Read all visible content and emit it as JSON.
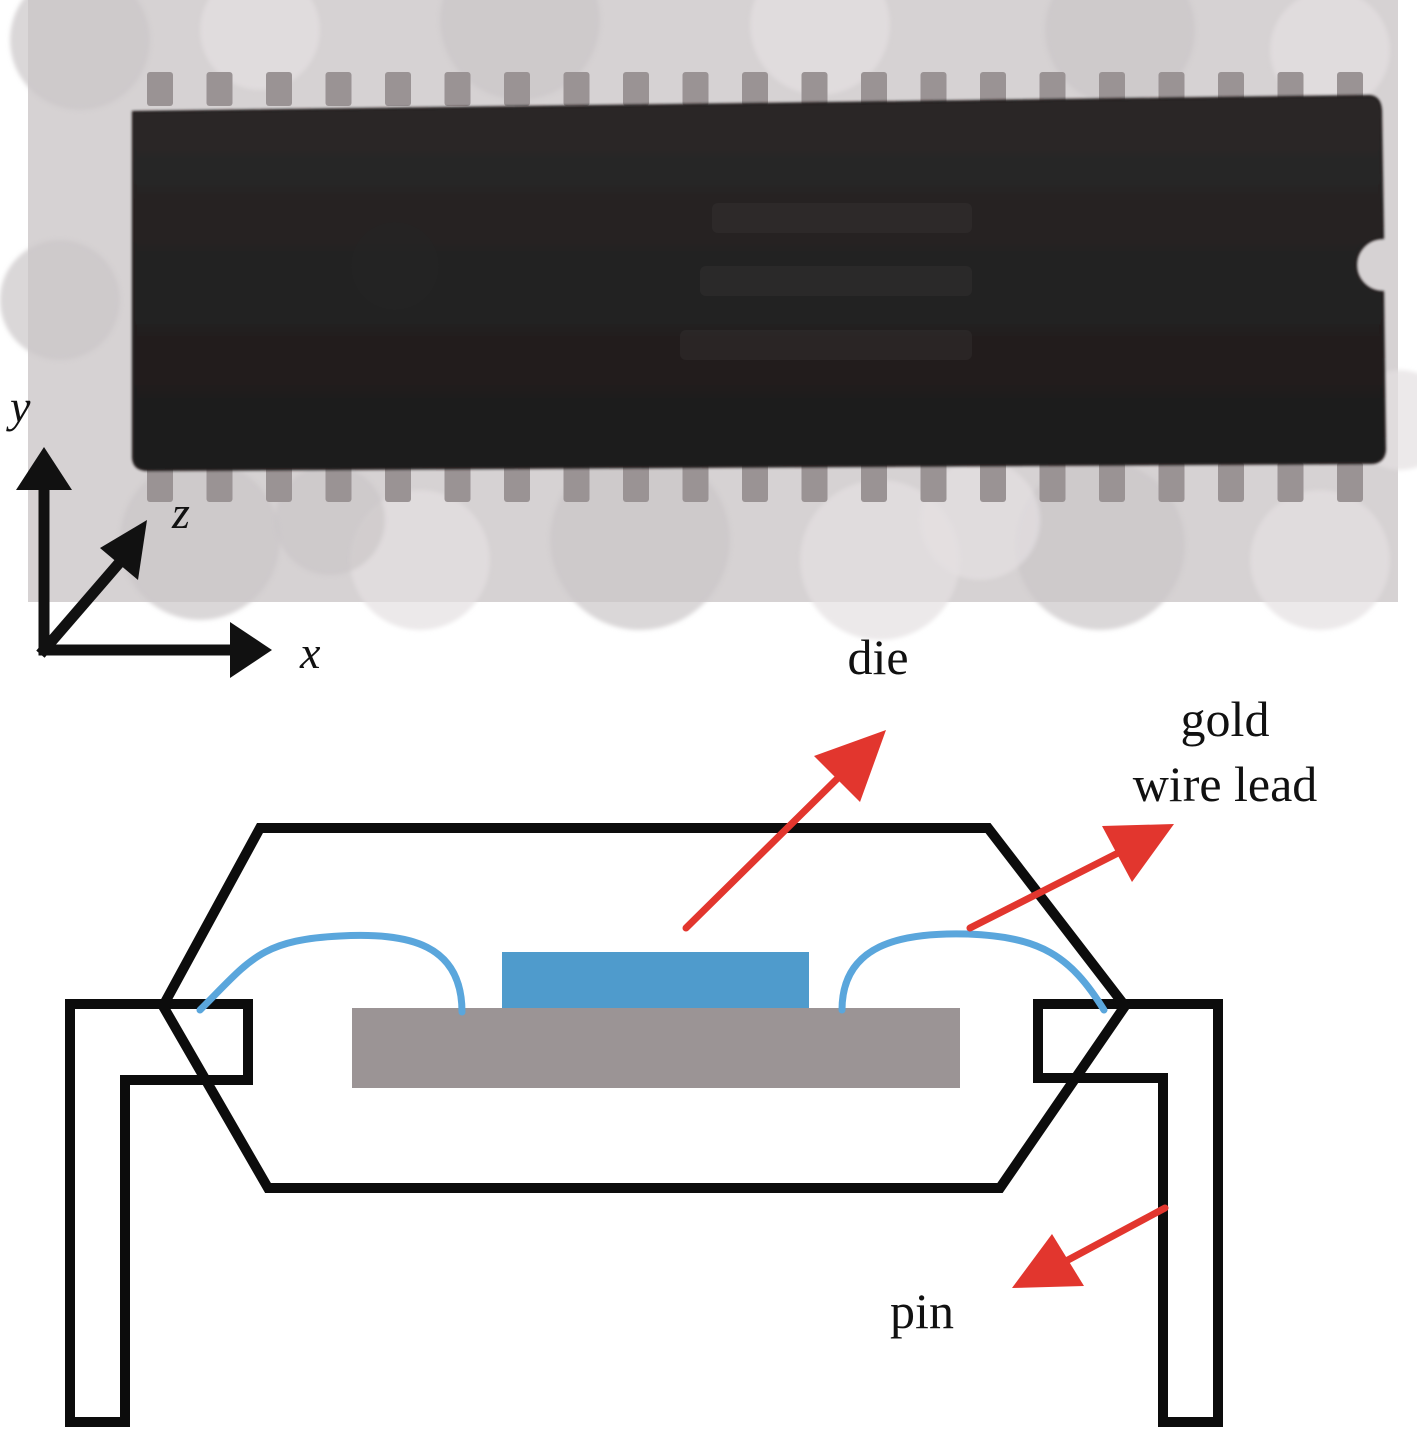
{
  "figure": {
    "photo": {
      "subject": "dual-in-line integrated circuit package",
      "pin_count_per_side": 21
    },
    "axes": {
      "x_label": "x",
      "y_label": "y",
      "z_label": "z"
    },
    "labels": {
      "die": "die",
      "gold_line1": "gold",
      "gold_line2": "wire lead",
      "pin": "pin"
    },
    "colors": {
      "background": "#ffffff",
      "photo_backdrop": "#d6d2d3",
      "chip_body": "#232121",
      "pin_metal": "#9a9394",
      "outline": "#0c0c0c",
      "die": "#4f9bcc",
      "gold_wire": "#5aa6dc",
      "substrate": "#9b9495",
      "arrow": "#e2362e",
      "axis": "#111111"
    },
    "icons": {
      "axis_arrow": "arrow-head-icon",
      "pointer_arrow": "red-arrow-icon"
    }
  }
}
